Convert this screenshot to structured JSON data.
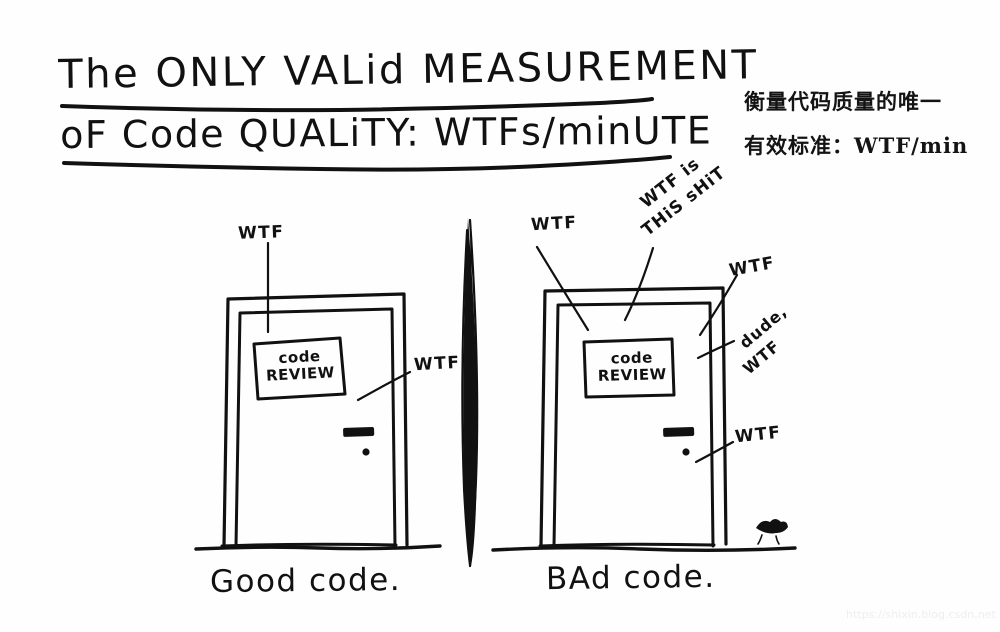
{
  "image": {
    "kind": "scanned-handwritten-cartoon",
    "background_color": "#fefefe",
    "ink_color": "#111111"
  },
  "title": {
    "line1": "The ONLY VALid MEASUREMENT",
    "line2": "oF Code QUALiTY: WTFs/minUTE",
    "underlined": "true"
  },
  "translation": {
    "line1": "衡量代码质量的唯一",
    "line2": "有效标准：WTF/min"
  },
  "panels": {
    "left": {
      "caption": "Good code.",
      "sign": {
        "line1": "code",
        "line2": "REVIEW"
      },
      "annotations": [
        {
          "name": "wtf-top",
          "text": "WTF"
        },
        {
          "name": "wtf-right",
          "text": "WTF"
        }
      ]
    },
    "right": {
      "caption": "BAd code.",
      "sign": {
        "line1": "code",
        "line2": "REVIEW"
      },
      "annotations": [
        {
          "name": "wtf-top-left",
          "text": "WTF"
        },
        {
          "name": "wtf-is-this-shit-line1",
          "text": "WTF is"
        },
        {
          "name": "wtf-is-this-shit-line2",
          "text": "THiS sHiT"
        },
        {
          "name": "wtf-top-right",
          "text": "WTF"
        },
        {
          "name": "dude-wtf-line1",
          "text": "dude,"
        },
        {
          "name": "dude-wtf-line2",
          "text": "WTF"
        },
        {
          "name": "wtf-lower-right",
          "text": "WTF"
        }
      ]
    }
  },
  "watermark": {
    "text": "https://shixin.blog.csdn.net"
  }
}
